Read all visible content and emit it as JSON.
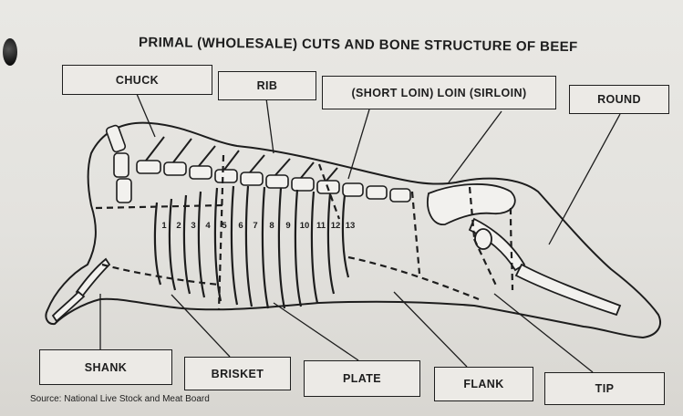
{
  "title": "PRIMAL (WHOLESALE) CUTS AND BONE STRUCTURE OF BEEF",
  "labels": {
    "chuck": "CHUCK",
    "rib": "RIB",
    "loin": "(SHORT LOIN)  LOIN  (SIRLOIN)",
    "round": "ROUND",
    "shank": "SHANK",
    "brisket": "BRISKET",
    "plate": "PLATE",
    "flank": "FLANK",
    "tip": "TIP"
  },
  "rib_numbers": [
    "1",
    "2",
    "3",
    "4",
    "5",
    "6",
    "7",
    "8",
    "9",
    "10",
    "11",
    "12",
    "13"
  ],
  "source": "Source:  National Live Stock and Meat Board"
}
